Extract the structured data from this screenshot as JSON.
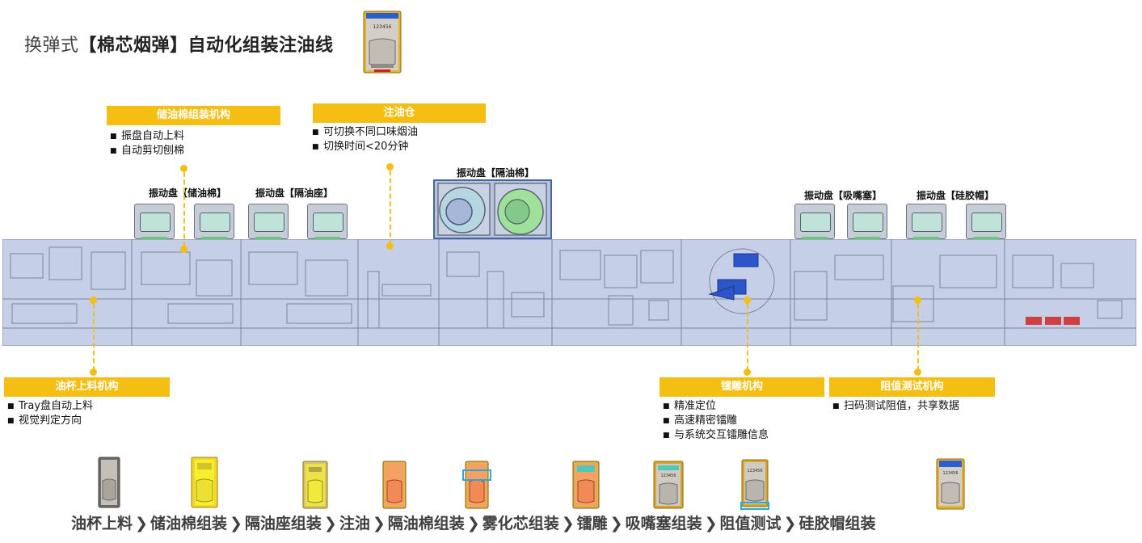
{
  "header": {
    "title_prefix": "换弹式",
    "title_bold": "【棉芯烟弹】自动化组装注油线",
    "hero_product_code": "123456"
  },
  "colors": {
    "accent": "#f5be12",
    "machine_fill": "#c5cfe8",
    "machine_line": "#7a849a",
    "highlight": "#2aa9d8"
  },
  "callouts": {
    "cotton": {
      "title": "储油棉组装机构",
      "bullets": [
        "振盘自动上料",
        "自动剪切刨棉"
      ]
    },
    "oil_bin": {
      "title": "注油仓",
      "bullets": [
        "可切换不同口味烟油",
        "切换时间<20分钟"
      ]
    },
    "cup": {
      "title": "油杯上料机构",
      "bullets": [
        "Tray盘自动上料",
        "视觉判定方向"
      ]
    },
    "engrave": {
      "title": "镭雕机构",
      "bullets": [
        "精准定位",
        "高速精密镭雕",
        "与系统交互镭雕信息"
      ]
    },
    "resistance": {
      "title": "阻值测试机构",
      "bullets": [
        "扫码测试阻值，共享数据"
      ]
    }
  },
  "feeders": {
    "cotton": "振动盘【储油棉】",
    "seat": "振动盘【隔油座】",
    "barrier": "振动盘【隔油棉】",
    "nozzle": "振动盘【吸嘴塞】",
    "cap": "振动盘【硅胶帽】"
  },
  "steps": [
    "油杯上料",
    "储油棉组装",
    "隔油座组装",
    "注油",
    "隔油棉组装",
    "雾化芯组装",
    "镭雕",
    "吸嘴塞组装",
    "阻值测试",
    "硅胶帽组装"
  ],
  "step_arrow": "❯",
  "products": {
    "engrave_code": "123456",
    "nozzle_code": "123456",
    "cap_code": "123456"
  }
}
